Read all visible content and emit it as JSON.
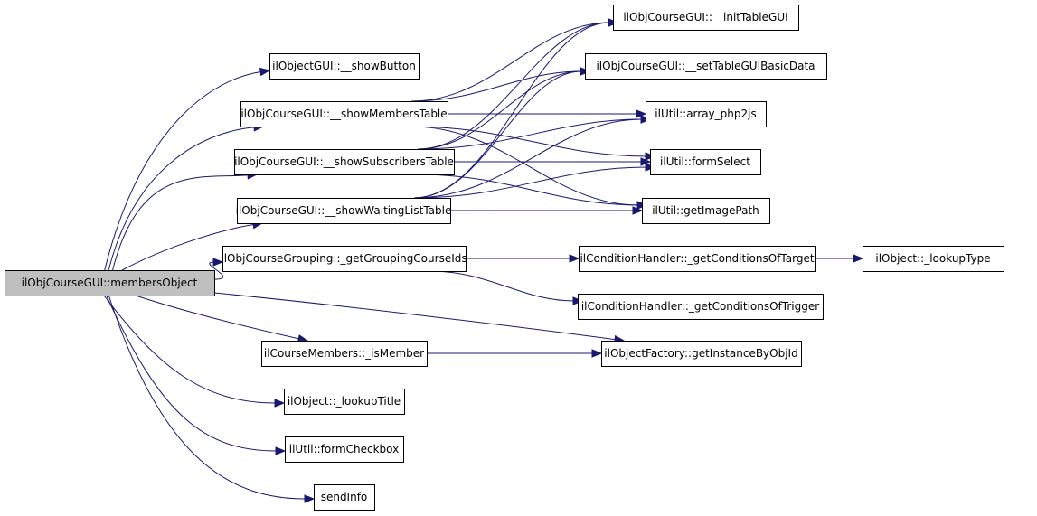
{
  "diagram": {
    "type": "call-graph",
    "edge_color": "#191970",
    "root_fill": "#bfbfbf",
    "nodes": [
      {
        "id": "root",
        "label": "ilObjCourseGUI::membersObject",
        "root": true
      },
      {
        "id": "showButton",
        "label": "ilObjectGUI::__showButton"
      },
      {
        "id": "showMembersTable",
        "label": "ilObjCourseGUI::__showMembersTable"
      },
      {
        "id": "showSubscribersTable",
        "label": "ilObjCourseGUI::__showSubscribersTable"
      },
      {
        "id": "showWaitingListTable",
        "label": "ilObjCourseGUI::__showWaitingListTable"
      },
      {
        "id": "getGroupingCourseIds",
        "label": "ilObjCourseGrouping::_getGroupingCourseIds"
      },
      {
        "id": "isMember",
        "label": "ilCourseMembers::_isMember"
      },
      {
        "id": "lookupTitle",
        "label": "ilObject::_lookupTitle"
      },
      {
        "id": "formCheckbox",
        "label": "ilUtil::formCheckbox"
      },
      {
        "id": "sendInfo",
        "label": "sendInfo"
      },
      {
        "id": "initTableGUI",
        "label": "ilObjCourseGUI::__initTableGUI"
      },
      {
        "id": "setTableGUIBasicData",
        "label": "ilObjCourseGUI::__setTableGUIBasicData"
      },
      {
        "id": "arrayPhp2js",
        "label": "ilUtil::array_php2js"
      },
      {
        "id": "formSelect",
        "label": "ilUtil::formSelect"
      },
      {
        "id": "getImagePath",
        "label": "ilUtil::getImagePath"
      },
      {
        "id": "getConditionsOfTarget",
        "label": "ilConditionHandler::_getConditionsOfTarget"
      },
      {
        "id": "getConditionsOfTrigger",
        "label": "ilConditionHandler::_getConditionsOfTrigger"
      },
      {
        "id": "getInstanceByObjId",
        "label": "ilObjectFactory::getInstanceByObjId"
      },
      {
        "id": "lookupType",
        "label": "ilObject::_lookupType"
      }
    ],
    "edges": [
      [
        "root",
        "showButton"
      ],
      [
        "root",
        "showMembersTable"
      ],
      [
        "root",
        "showSubscribersTable"
      ],
      [
        "root",
        "showWaitingListTable"
      ],
      [
        "root",
        "getGroupingCourseIds"
      ],
      [
        "root",
        "getInstanceByObjId"
      ],
      [
        "root",
        "isMember"
      ],
      [
        "root",
        "lookupTitle"
      ],
      [
        "root",
        "formCheckbox"
      ],
      [
        "root",
        "sendInfo"
      ],
      [
        "showMembersTable",
        "initTableGUI"
      ],
      [
        "showMembersTable",
        "setTableGUIBasicData"
      ],
      [
        "showMembersTable",
        "arrayPhp2js"
      ],
      [
        "showMembersTable",
        "formSelect"
      ],
      [
        "showMembersTable",
        "getImagePath"
      ],
      [
        "showSubscribersTable",
        "initTableGUI"
      ],
      [
        "showSubscribersTable",
        "setTableGUIBasicData"
      ],
      [
        "showSubscribersTable",
        "arrayPhp2js"
      ],
      [
        "showSubscribersTable",
        "formSelect"
      ],
      [
        "showSubscribersTable",
        "getImagePath"
      ],
      [
        "showWaitingListTable",
        "initTableGUI"
      ],
      [
        "showWaitingListTable",
        "setTableGUIBasicData"
      ],
      [
        "showWaitingListTable",
        "arrayPhp2js"
      ],
      [
        "showWaitingListTable",
        "formSelect"
      ],
      [
        "showWaitingListTable",
        "getImagePath"
      ],
      [
        "getGroupingCourseIds",
        "getConditionsOfTarget"
      ],
      [
        "getGroupingCourseIds",
        "getConditionsOfTrigger"
      ],
      [
        "getConditionsOfTarget",
        "lookupType"
      ],
      [
        "isMember",
        "getInstanceByObjId"
      ]
    ]
  }
}
